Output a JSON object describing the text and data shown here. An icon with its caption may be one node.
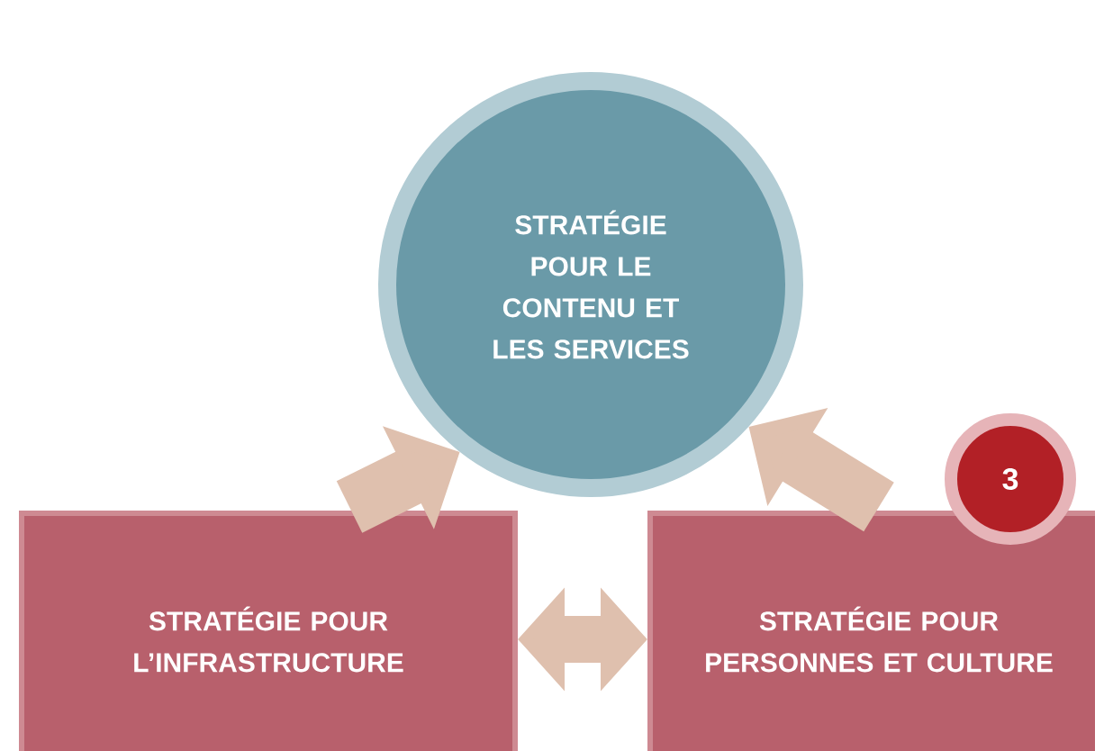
{
  "diagram": {
    "nodes": [
      {
        "text": [
          "STRATÉGIE POUR LE CONTENU ET LES SERVICES"
        ]
      },
      {
        "text": [
          "STRATÉGIE POUR L’INFRASTRUCTURE"
        ]
      },
      {
        "text": [
          "STRATÉGIE POUR PERSONNES ET CULTURE"
        ]
      },
      {
        "text": [
          "3"
        ]
      }
    ],
    "edges": [
      {
        "from": 1,
        "to": 0,
        "arrow": "to"
      },
      {
        "from": 2,
        "to": 0,
        "arrow": "to"
      },
      {
        "from": 1,
        "to": 2,
        "arrow": "both"
      }
    ]
  }
}
